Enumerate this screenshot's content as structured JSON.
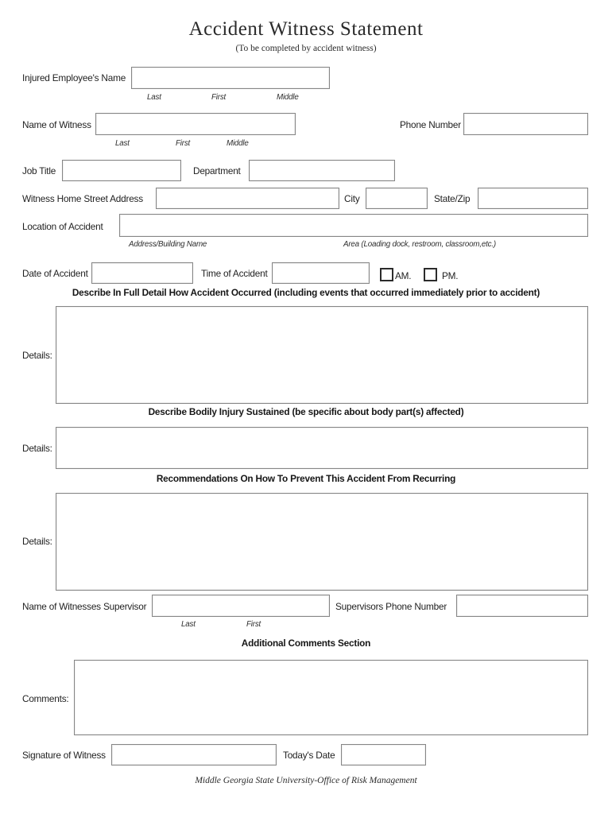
{
  "title": "Accident Witness Statement",
  "subtitle": "(To be completed by accident witness)",
  "fields": {
    "injured_name": {
      "label": "Injured Employee's Name",
      "value": "",
      "hint_last": "Last",
      "hint_first": "First",
      "hint_middle": "Middle"
    },
    "witness_name": {
      "label": "Name of Witness",
      "value": "",
      "hint_last": "Last",
      "hint_first": "First",
      "hint_middle": "Middle"
    },
    "phone_number": {
      "label": "Phone Number",
      "value": ""
    },
    "job_title": {
      "label": "Job Title",
      "value": ""
    },
    "department": {
      "label": "Department",
      "value": ""
    },
    "home_address": {
      "label": "Witness Home Street Address",
      "value": ""
    },
    "city": {
      "label": "City",
      "value": ""
    },
    "state_zip": {
      "label": "State/Zip",
      "value": ""
    },
    "location": {
      "label": "Location of Accident",
      "value": "",
      "hint_building": "Address/Building Name",
      "hint_area": "Area (Loading dock, restroom, classroom,etc.)"
    },
    "date_of_accident": {
      "label": "Date of Accident",
      "value": ""
    },
    "time_of_accident": {
      "label": "Time of Accident",
      "value": ""
    },
    "am": {
      "label": "AM.",
      "checked": false
    },
    "pm": {
      "label": "PM.",
      "checked": false
    },
    "supervisor_name": {
      "label": "Name of Witnesses Supervisor",
      "value": "",
      "hint_last": "Last",
      "hint_first": "First"
    },
    "supervisor_phone": {
      "label": "Supervisors Phone Number",
      "value": ""
    },
    "signature": {
      "label": "Signature of Witness",
      "value": ""
    },
    "todays_date": {
      "label": "Today's Date",
      "value": ""
    }
  },
  "sections": {
    "describe_accident": {
      "heading": "Describe In Full Detail How Accident Occurred (including events that occurred immediately prior to accident)",
      "label": "Details:",
      "value": ""
    },
    "bodily_injury": {
      "heading": "Describe Bodily Injury Sustained (be specific about body part(s) affected)",
      "label": "Details:",
      "value": ""
    },
    "recommendations": {
      "heading": "Recommendations On How To Prevent This Accident From Recurring",
      "label": "Details:",
      "value": ""
    },
    "additional_comments": {
      "heading": "Additional Comments Section",
      "label": "Comments:",
      "value": ""
    }
  },
  "footer": "Middle Georgia State University-Office of Risk Management",
  "colors": {
    "text": "#1f1f1f",
    "border": "#868686",
    "page_bg": "#ffffff"
  }
}
